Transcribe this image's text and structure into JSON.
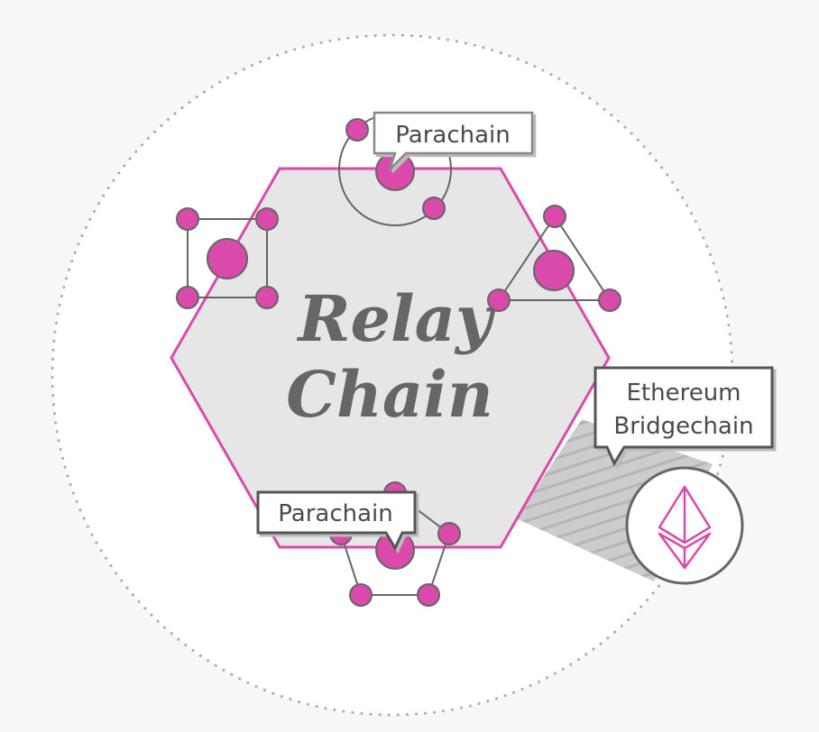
{
  "diagram": {
    "title_line1": "Relay",
    "title_line2": "Chain",
    "labels": {
      "parachain_top": "Parachain",
      "parachain_bottom": "Parachain",
      "bridge_line1": "Ethereum",
      "bridge_line2": "Bridgechain"
    },
    "colors": {
      "accent": "#d94aaa",
      "hexagon_fill": "#e6e6e6",
      "outline": "#666666",
      "background": "#f7f7f7"
    },
    "icons": [
      "ethereum-icon"
    ]
  }
}
